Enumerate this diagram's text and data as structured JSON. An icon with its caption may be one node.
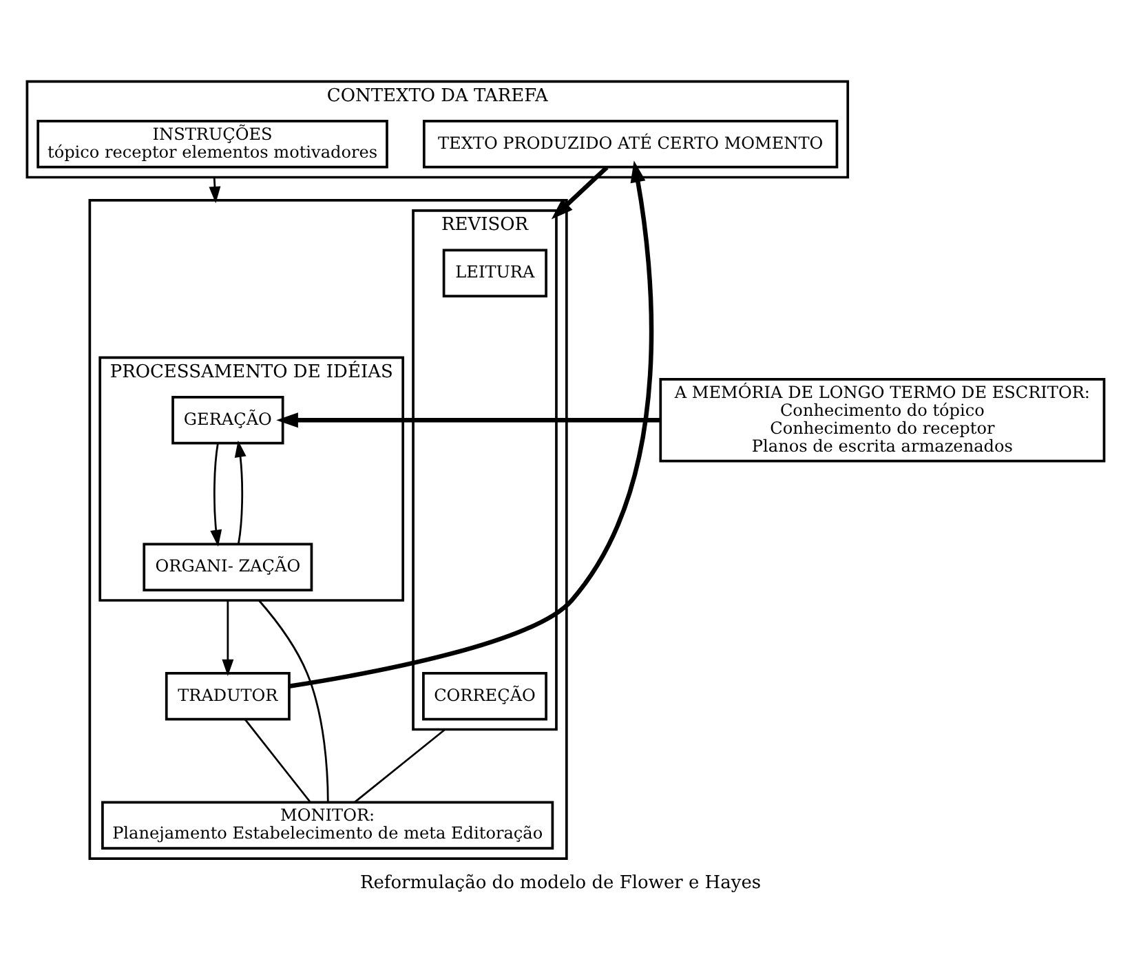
{
  "diagram": {
    "caption": "Reformulação do modelo de Flower e Hayes",
    "nodes": [
      {
        "text": [
          "CONTEXTO DA TAREFA"
        ]
      },
      {
        "text": [
          "INSTRUÇÕES",
          "tópico receptor elementos motivadores"
        ],
        "in": 0
      },
      {
        "text": [
          "TEXTO PRODUZIDO ATÉ CERTO MOMENTO"
        ],
        "in": 0
      },
      {
        "text": [],
        "shape": "box"
      },
      {
        "text": [
          "PROCESSAMENTO DE IDÉIAS"
        ],
        "in": 3
      },
      {
        "text": [
          "GERAÇÃO"
        ],
        "in": 4
      },
      {
        "text": [
          "ORGANI- ZAÇÃO"
        ],
        "in": 4
      },
      {
        "text": [
          "TRADUTOR"
        ],
        "in": 3
      },
      {
        "text": [
          "REVISOR"
        ],
        "in": 3
      },
      {
        "text": [
          "LEITURA"
        ],
        "in": 8
      },
      {
        "text": [
          "CORREÇÃO"
        ],
        "in": 8
      },
      {
        "text": [
          "MONITOR:",
          "Planejamento Estabelecimento de meta Editoração"
        ],
        "in": 3
      },
      {
        "text": [
          "A MEMÓRIA DE LONGO TERMO DE ESCRITOR:",
          "Conhecimento do tópico",
          "Conhecimento do receptor",
          "Planos de escrita armazenados"
        ]
      }
    ],
    "edges": [
      {
        "from": 0,
        "to": 3,
        "arrow": "to"
      },
      {
        "from": 7,
        "to": 2,
        "arrow": "to",
        "style": "thick"
      },
      {
        "from": 2,
        "to": 8,
        "arrow": "to",
        "style": "thick"
      },
      {
        "from": 12,
        "to": 5,
        "arrow": "to",
        "style": "thick"
      },
      {
        "from": 6,
        "to": 5,
        "arrow": "to"
      },
      {
        "from": 5,
        "to": 6,
        "arrow": "to"
      },
      {
        "from": 4,
        "to": 7,
        "arrow": "to"
      },
      {
        "from": 4,
        "to": 11,
        "arrow": "none"
      },
      {
        "from": 7,
        "to": 11,
        "arrow": "none"
      },
      {
        "from": 8,
        "to": 11,
        "arrow": "none"
      }
    ]
  }
}
